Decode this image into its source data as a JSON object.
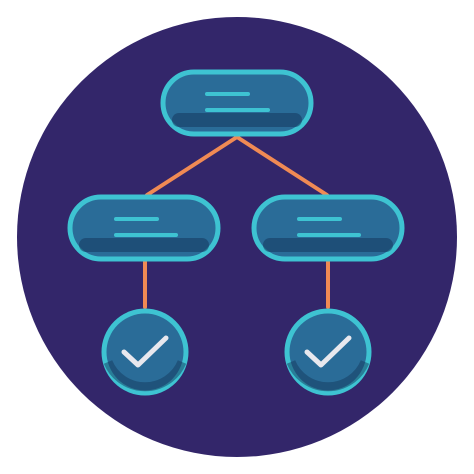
{
  "colors": {
    "background": "#ffffff",
    "circle": "#33266a",
    "node_fill": "#2a6c98",
    "node_outline": "#3ec3d2",
    "node_dark_band": "#14395e",
    "lines_text": "#3ec3d2",
    "connector": "#f08a54",
    "check": "#e8e8ee"
  },
  "diagram": {
    "type": "flowchart-icon",
    "nodes": [
      {
        "id": "root",
        "shape": "rounded-rect",
        "text_lines": 2
      },
      {
        "id": "left",
        "shape": "rounded-rect",
        "text_lines": 2
      },
      {
        "id": "right",
        "shape": "rounded-rect",
        "text_lines": 2
      },
      {
        "id": "left-check",
        "shape": "circle",
        "icon": "checkmark-icon"
      },
      {
        "id": "right-check",
        "shape": "circle",
        "icon": "checkmark-icon"
      }
    ],
    "edges": [
      {
        "from": "root",
        "to": "left"
      },
      {
        "from": "root",
        "to": "right"
      },
      {
        "from": "left",
        "to": "left-check"
      },
      {
        "from": "right",
        "to": "right-check"
      }
    ]
  }
}
